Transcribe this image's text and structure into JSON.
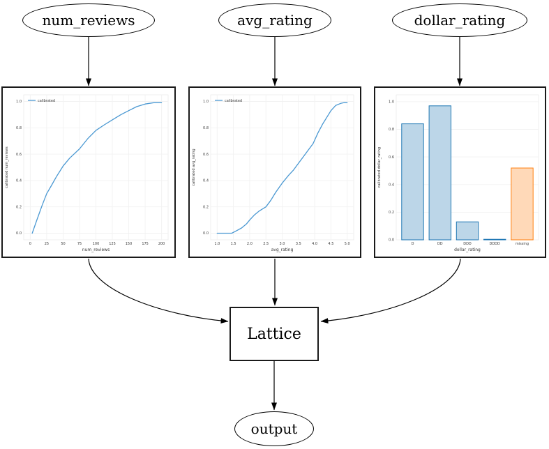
{
  "nodes": {
    "num_reviews": {
      "label": "num_reviews"
    },
    "avg_rating": {
      "label": "avg_rating"
    },
    "dollar_rating": {
      "label": "dollar_rating"
    },
    "lattice": {
      "label": "Lattice"
    },
    "output": {
      "label": "output"
    }
  },
  "colors": {
    "edge": "#000000",
    "node_border": "#000000",
    "plot_frame": "#1a1a1a",
    "line_blue": "#4a98d2",
    "bar_blue_fill": "#bcd6e8",
    "bar_blue_edge": "#1f77b4",
    "bar_orange_fill": "#ffd9b8",
    "bar_orange_edge": "#ff7f0e",
    "grid": "#f2f2f2"
  },
  "chart_data": [
    {
      "type": "line",
      "title": "",
      "xlabel": "num_reviews",
      "ylabel": "calibrated num_reviews",
      "legend": "calibrated",
      "legend_position": "upper left",
      "grid": true,
      "xlim": [
        -10,
        210
      ],
      "ylim": [
        -0.05,
        1.05
      ],
      "xticks": [
        0,
        25,
        50,
        75,
        100,
        125,
        150,
        175,
        200
      ],
      "xtick_labels": [
        "0",
        "25",
        "50",
        "75",
        "100",
        "125",
        "150",
        "175",
        "200"
      ],
      "yticks": [
        0.0,
        0.2,
        0.4,
        0.6,
        0.8,
        1.0
      ],
      "ytick_labels": [
        "0.0",
        "0.2",
        "0.4",
        "0.6",
        "0.8",
        "1.0"
      ],
      "series": [
        {
          "name": "calibrated",
          "color": "#4a98d2",
          "points": [
            [
              3,
              0.0
            ],
            [
              10,
              0.1
            ],
            [
              18,
              0.21
            ],
            [
              25,
              0.3
            ],
            [
              32,
              0.36
            ],
            [
              40,
              0.43
            ],
            [
              50,
              0.51
            ],
            [
              60,
              0.57
            ],
            [
              75,
              0.64
            ],
            [
              88,
              0.72
            ],
            [
              100,
              0.78
            ],
            [
              112,
              0.82
            ],
            [
              125,
              0.86
            ],
            [
              138,
              0.9
            ],
            [
              150,
              0.93
            ],
            [
              162,
              0.96
            ],
            [
              175,
              0.98
            ],
            [
              188,
              0.99
            ],
            [
              200,
              0.99
            ]
          ]
        }
      ]
    },
    {
      "type": "line",
      "title": "",
      "xlabel": "avg_rating",
      "ylabel": "calibrated avg_rating",
      "legend": "calibrated",
      "legend_position": "upper left",
      "grid": true,
      "xlim": [
        0.8,
        5.2
      ],
      "ylim": [
        -0.05,
        1.05
      ],
      "xticks": [
        1.0,
        1.5,
        2.0,
        2.5,
        3.0,
        3.5,
        4.0,
        4.5,
        5.0
      ],
      "xtick_labels": [
        "1.0",
        "1.5",
        "2.0",
        "2.5",
        "3.0",
        "3.5",
        "4.0",
        "4.5",
        "5.0"
      ],
      "yticks": [
        0.0,
        0.2,
        0.4,
        0.6,
        0.8,
        1.0
      ],
      "ytick_labels": [
        "0.0",
        "0.2",
        "0.4",
        "0.6",
        "0.8",
        "1.0"
      ],
      "series": [
        {
          "name": "calibrated",
          "color": "#4a98d2",
          "points": [
            [
              1.0,
              0.0
            ],
            [
              1.25,
              0.0
            ],
            [
              1.45,
              0.0
            ],
            [
              1.6,
              0.02
            ],
            [
              1.75,
              0.04
            ],
            [
              1.9,
              0.07
            ],
            [
              2.0,
              0.1
            ],
            [
              2.15,
              0.14
            ],
            [
              2.3,
              0.17
            ],
            [
              2.5,
              0.2
            ],
            [
              2.65,
              0.25
            ],
            [
              2.8,
              0.31
            ],
            [
              3.0,
              0.38
            ],
            [
              3.2,
              0.44
            ],
            [
              3.35,
              0.48
            ],
            [
              3.5,
              0.53
            ],
            [
              3.65,
              0.58
            ],
            [
              3.8,
              0.63
            ],
            [
              3.95,
              0.68
            ],
            [
              4.1,
              0.76
            ],
            [
              4.25,
              0.83
            ],
            [
              4.4,
              0.89
            ],
            [
              4.5,
              0.93
            ],
            [
              4.65,
              0.97
            ],
            [
              4.8,
              0.985
            ],
            [
              4.9,
              0.99
            ],
            [
              5.0,
              0.99
            ]
          ]
        }
      ]
    },
    {
      "type": "bar",
      "title": "",
      "xlabel": "dollar_rating",
      "ylabel": "calibrated dollar_rating",
      "grid": true,
      "categories": [
        "D",
        "DD",
        "DDD",
        "DDDD",
        "missing"
      ],
      "values": [
        0.84,
        0.97,
        0.13,
        0.004,
        0.52
      ],
      "bar_fill": [
        "#bcd6e8",
        "#bcd6e8",
        "#bcd6e8",
        "#bcd6e8",
        "#ffd9b8"
      ],
      "bar_edge": [
        "#1f77b4",
        "#1f77b4",
        "#1f77b4",
        "#1f77b4",
        "#ff7f0e"
      ],
      "ylim": [
        0,
        1.05
      ],
      "yticks": [
        0.0,
        0.2,
        0.4,
        0.6,
        0.8,
        1.0
      ],
      "ytick_labels": [
        "0.0",
        "0.2",
        "0.4",
        "0.6",
        "0.8",
        "1.0"
      ]
    }
  ]
}
